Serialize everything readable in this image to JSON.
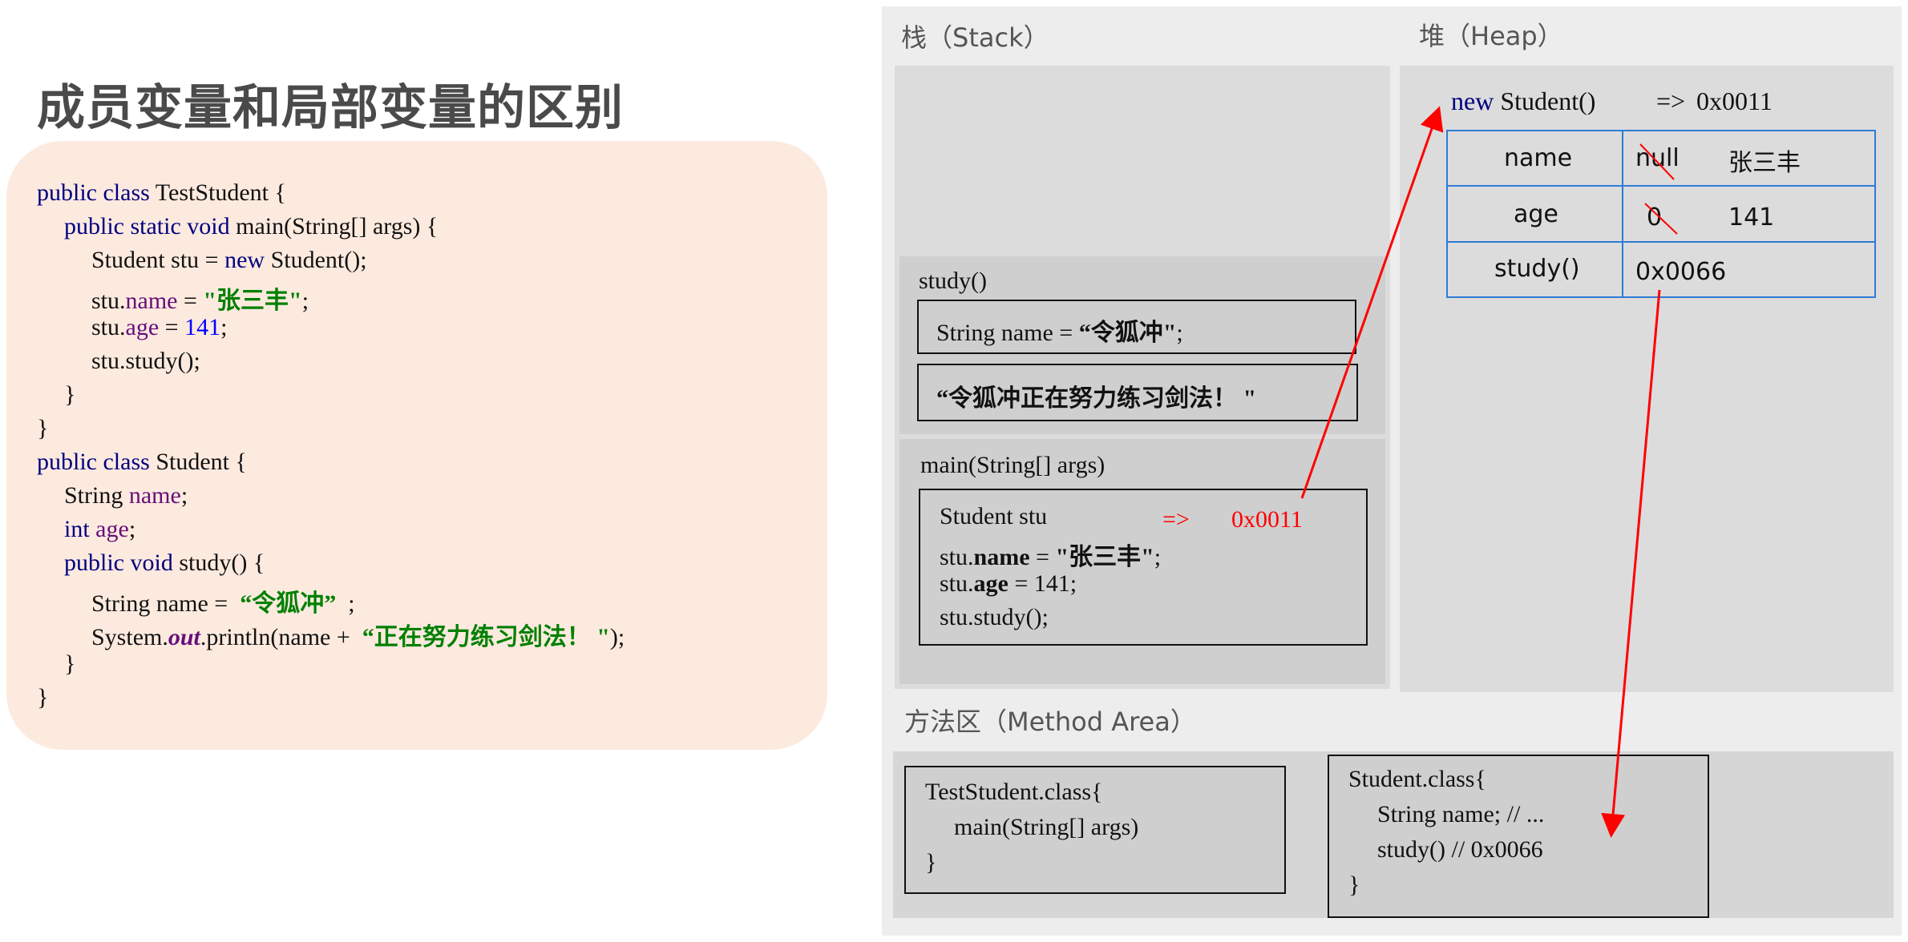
{
  "title": "成员变量和局部变量的区别",
  "code": {
    "l1": {
      "kw": "public class",
      "rest": " TestStudent {"
    },
    "l2": {
      "kw": "public static void",
      "rest": " main(String[] args) {"
    },
    "l3": {
      "a": "Student stu = ",
      "kw": "new",
      "b": " Student();"
    },
    "l4": {
      "a": "stu.",
      "fld": "name",
      "b": " = ",
      "str": "\"张三丰\"",
      "c": ";"
    },
    "l5": {
      "a": "stu.",
      "fld": "age",
      "b": " = ",
      "num": "141",
      "c": ";"
    },
    "l6": "stu.study();",
    "l7": "}",
    "l8": "}",
    "l9": {
      "kw": "public class",
      "rest": " Student {"
    },
    "l10": {
      "a": "String ",
      "fld": "name",
      "b": ";"
    },
    "l11": {
      "kw": "int",
      "sp": " ",
      "fld": "age",
      "b": ";"
    },
    "l12": {
      "kw": "public void",
      "rest": " study() {"
    },
    "l13": {
      "a": "String name =  ",
      "str": "“令狐冲”",
      "b": "  ;"
    },
    "l14": {
      "a": "System.",
      "ital": "out",
      "b": ".println(name +  ",
      "str": "“正在努力练习剑法！ \"",
      "c": ");"
    },
    "l15": "}",
    "l16": "}"
  },
  "stack": {
    "label": "栈（Stack）",
    "study_frame": {
      "label": "study()",
      "box1": {
        "a": "String name = ",
        "b": "“令狐冲\"",
        "c": ";"
      },
      "box2": "“令狐冲正在努力练习剑法！ \""
    },
    "main_frame": {
      "label": "main(String[] args)",
      "line1": "Student stu",
      "arrow": "=>",
      "addr": "0x0011",
      "line2": {
        "a": "stu.",
        "b": "name",
        "c": " = ",
        "d": "\"张三丰\"",
        "e": ";"
      },
      "line3": {
        "a": "stu.",
        "b": "age",
        "c": " = 141;"
      },
      "line4": "stu.study();"
    }
  },
  "heap": {
    "label": "堆（Heap）",
    "header": {
      "kw": "new",
      "rest": " Student()",
      "arrow": "=>",
      "addr": "0x0011"
    },
    "rows": [
      {
        "field": "name",
        "old": "null",
        "value": "张三丰"
      },
      {
        "field": "age",
        "old": "0",
        "value": "141"
      },
      {
        "field": "study()",
        "value": "0x0066"
      }
    ]
  },
  "method_area": {
    "label": "方法区（Method  Area）",
    "test_class": {
      "line1": "TestStudent.class{",
      "line2": "main(String[] args)",
      "line3": "}"
    },
    "student_class": {
      "line1": "Student.class{",
      "line2": "String name; // ...",
      "line3": "study() // 0x0066",
      "line4": "}"
    }
  },
  "colors": {
    "arrow": "#ff0000",
    "table_border": "#2f7bd6",
    "code_bg": "#fdeadf"
  }
}
